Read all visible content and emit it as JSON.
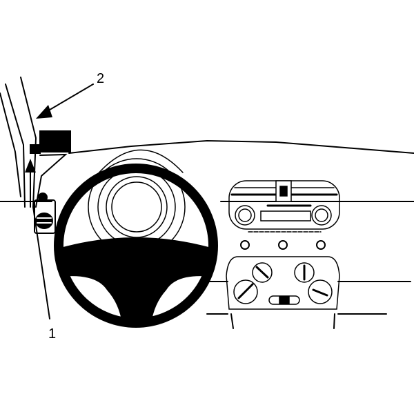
{
  "diagram": {
    "subject": "car dashboard mounting position",
    "callouts": [
      {
        "id": "2",
        "label": "2",
        "target": "mount-holder"
      },
      {
        "id": "1",
        "label": "1",
        "target": "a-pillar-mount-point"
      }
    ],
    "colors": {
      "line": "#000000",
      "background": "#ffffff"
    }
  }
}
